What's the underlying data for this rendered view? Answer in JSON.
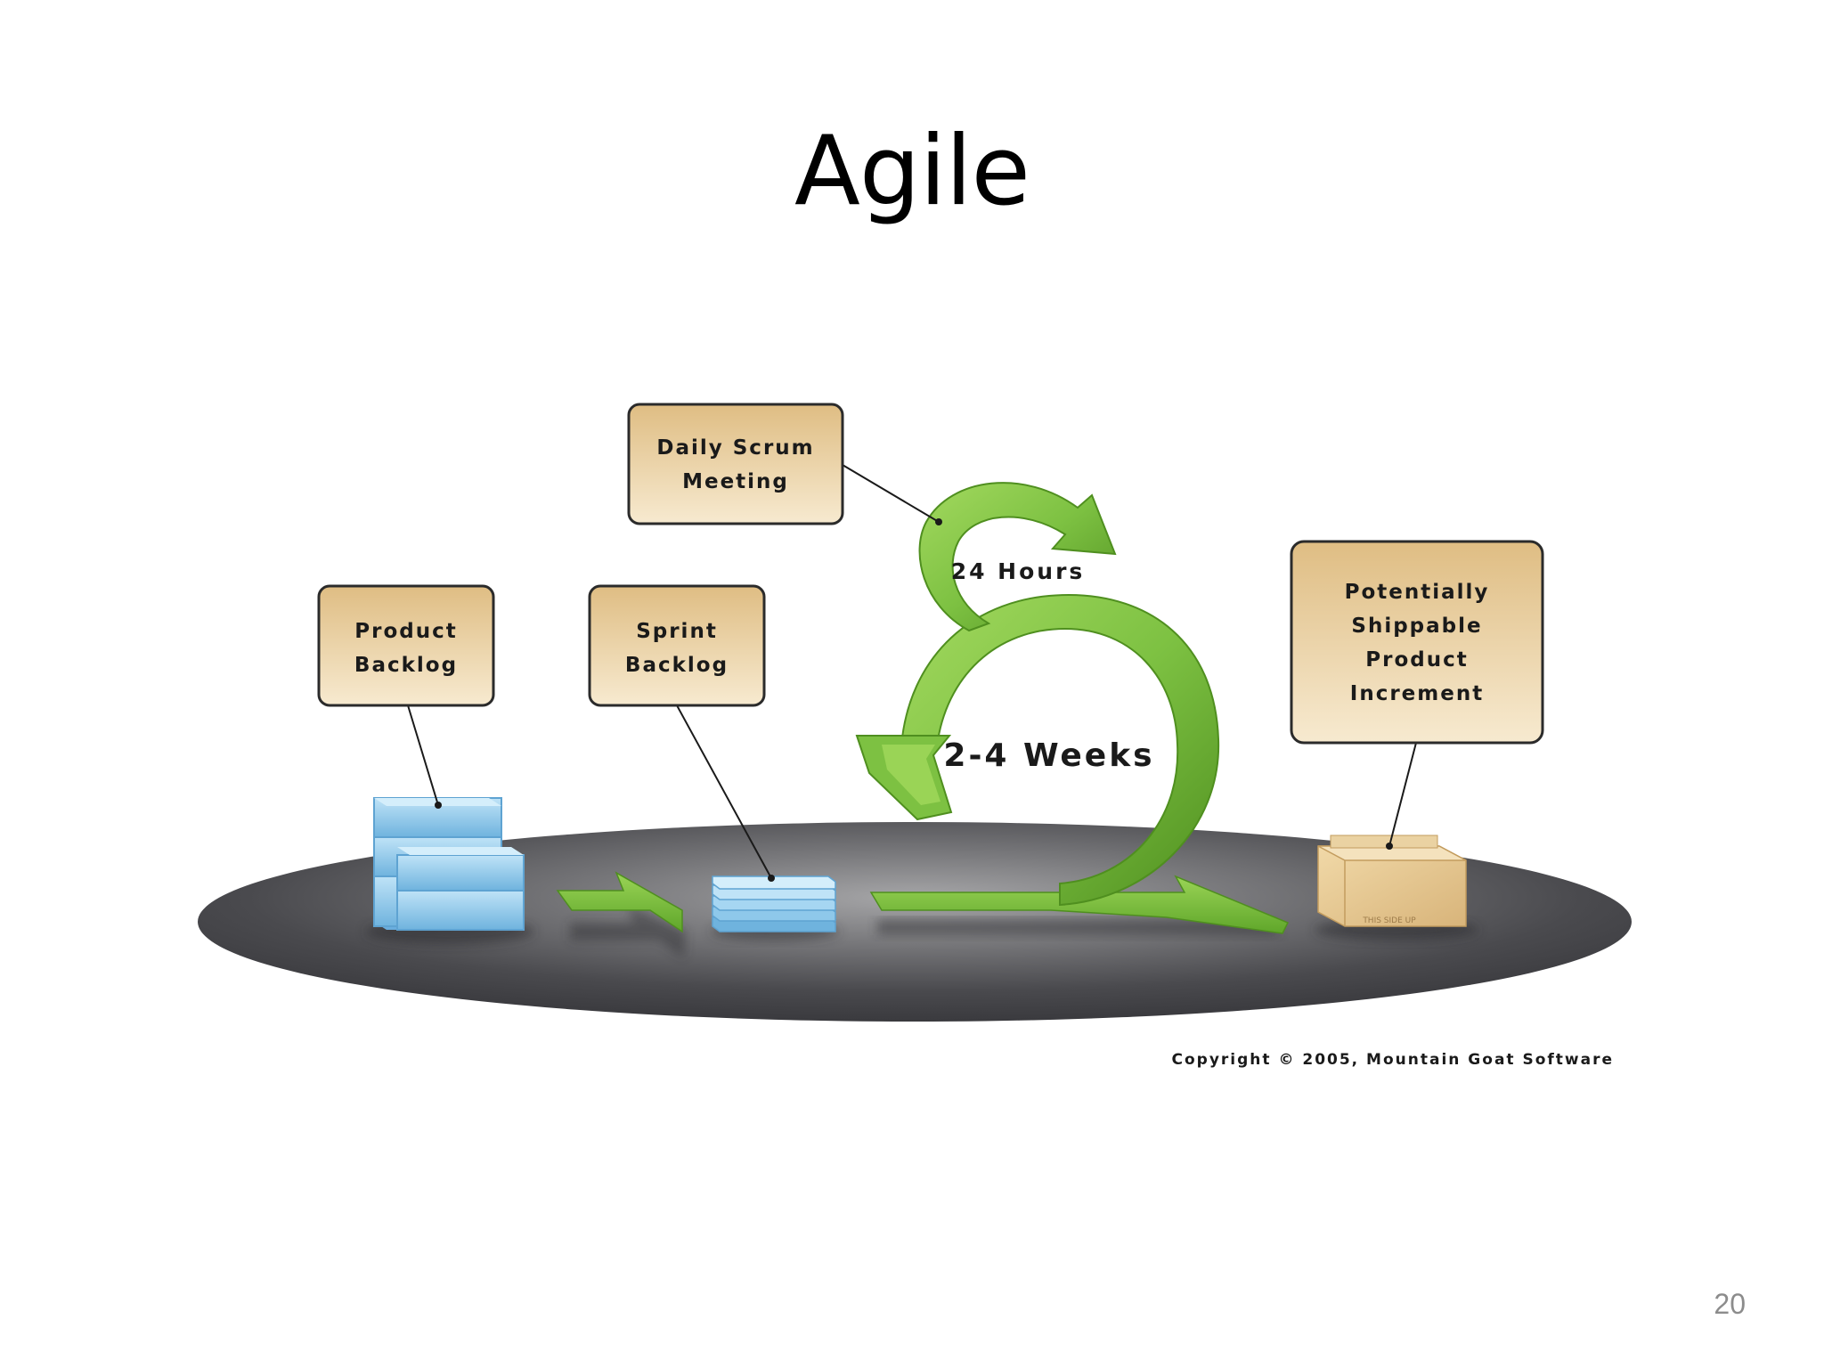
{
  "slide": {
    "title": "Agile",
    "page_number": "20"
  },
  "diagram": {
    "callouts": {
      "product_backlog": [
        "Product",
        "Backlog"
      ],
      "sprint_backlog": [
        "Sprint",
        "Backlog"
      ],
      "daily_scrum": [
        "Daily Scrum",
        "Meeting"
      ],
      "increment": [
        "Potentially",
        "Shippable",
        "Product",
        "Increment"
      ]
    },
    "loop_labels": {
      "daily": "24 Hours",
      "sprint": "2-4 Weeks"
    },
    "box_stamp": "THIS SIDE UP",
    "copyright": "Copyright © 2005, Mountain Goat Software"
  },
  "colors": {
    "callout_fill_top": "#e3c48f",
    "callout_fill_bottom": "#f6e8cc",
    "callout_border": "#2b2b2b",
    "arrow_green": "#7dc142",
    "arrow_green_dark": "#4f8f1f",
    "platform_dark": "#3c3c40",
    "platform_light": "#9a9a9c",
    "backlog_blue": "#8ec8ea",
    "box_tan": "#e6c896",
    "page_number": "#8c8c8c"
  }
}
